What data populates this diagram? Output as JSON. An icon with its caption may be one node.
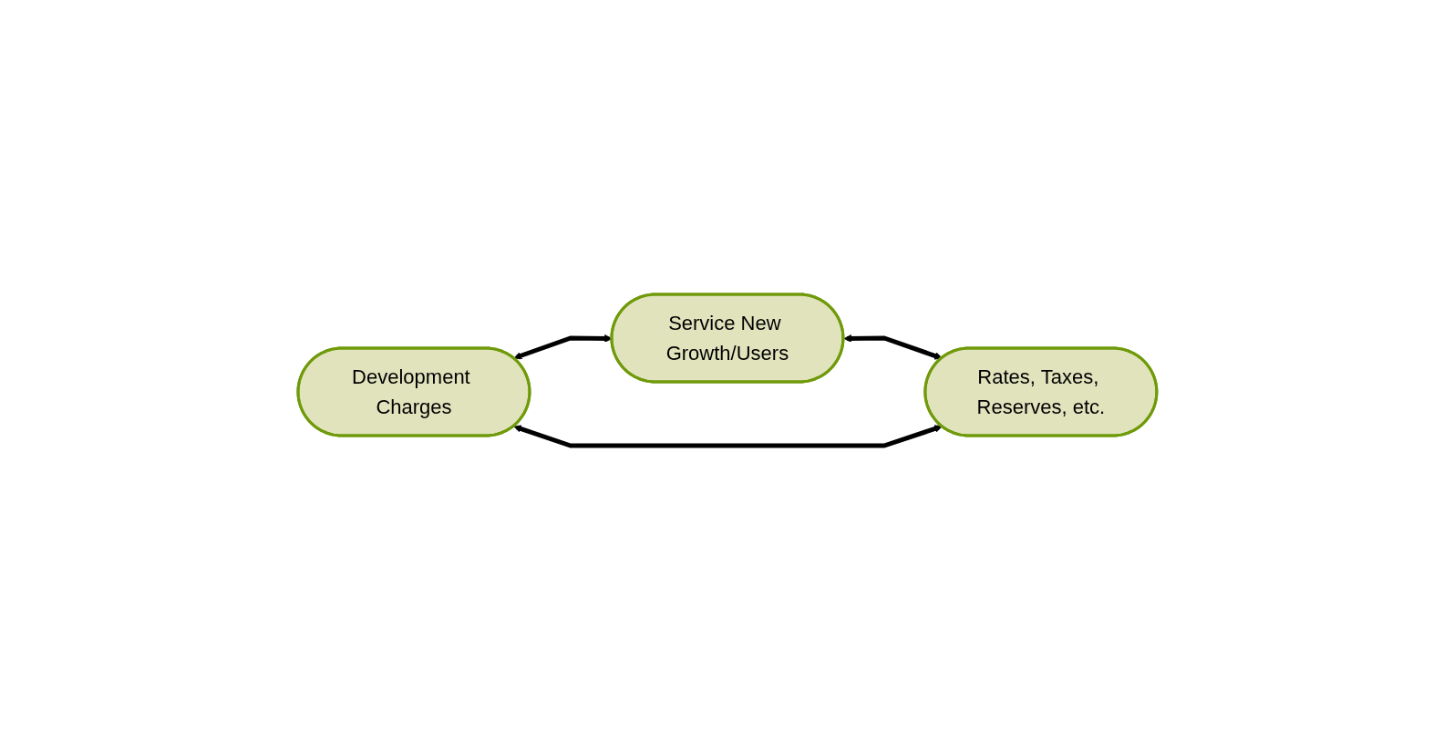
{
  "diagram": {
    "nodes": [
      {
        "text": [
          "Service New Growth/Users"
        ]
      },
      {
        "text": [
          "Development Charges"
        ]
      },
      {
        "text": [
          "Rates, Taxes, Reserves, etc."
        ]
      }
    ],
    "edges": [
      {
        "from": 1,
        "to": 0,
        "arrow": "both"
      },
      {
        "from": 0,
        "to": 2,
        "arrow": "both"
      },
      {
        "from": 1,
        "to": 2,
        "arrow": "both"
      }
    ]
  }
}
